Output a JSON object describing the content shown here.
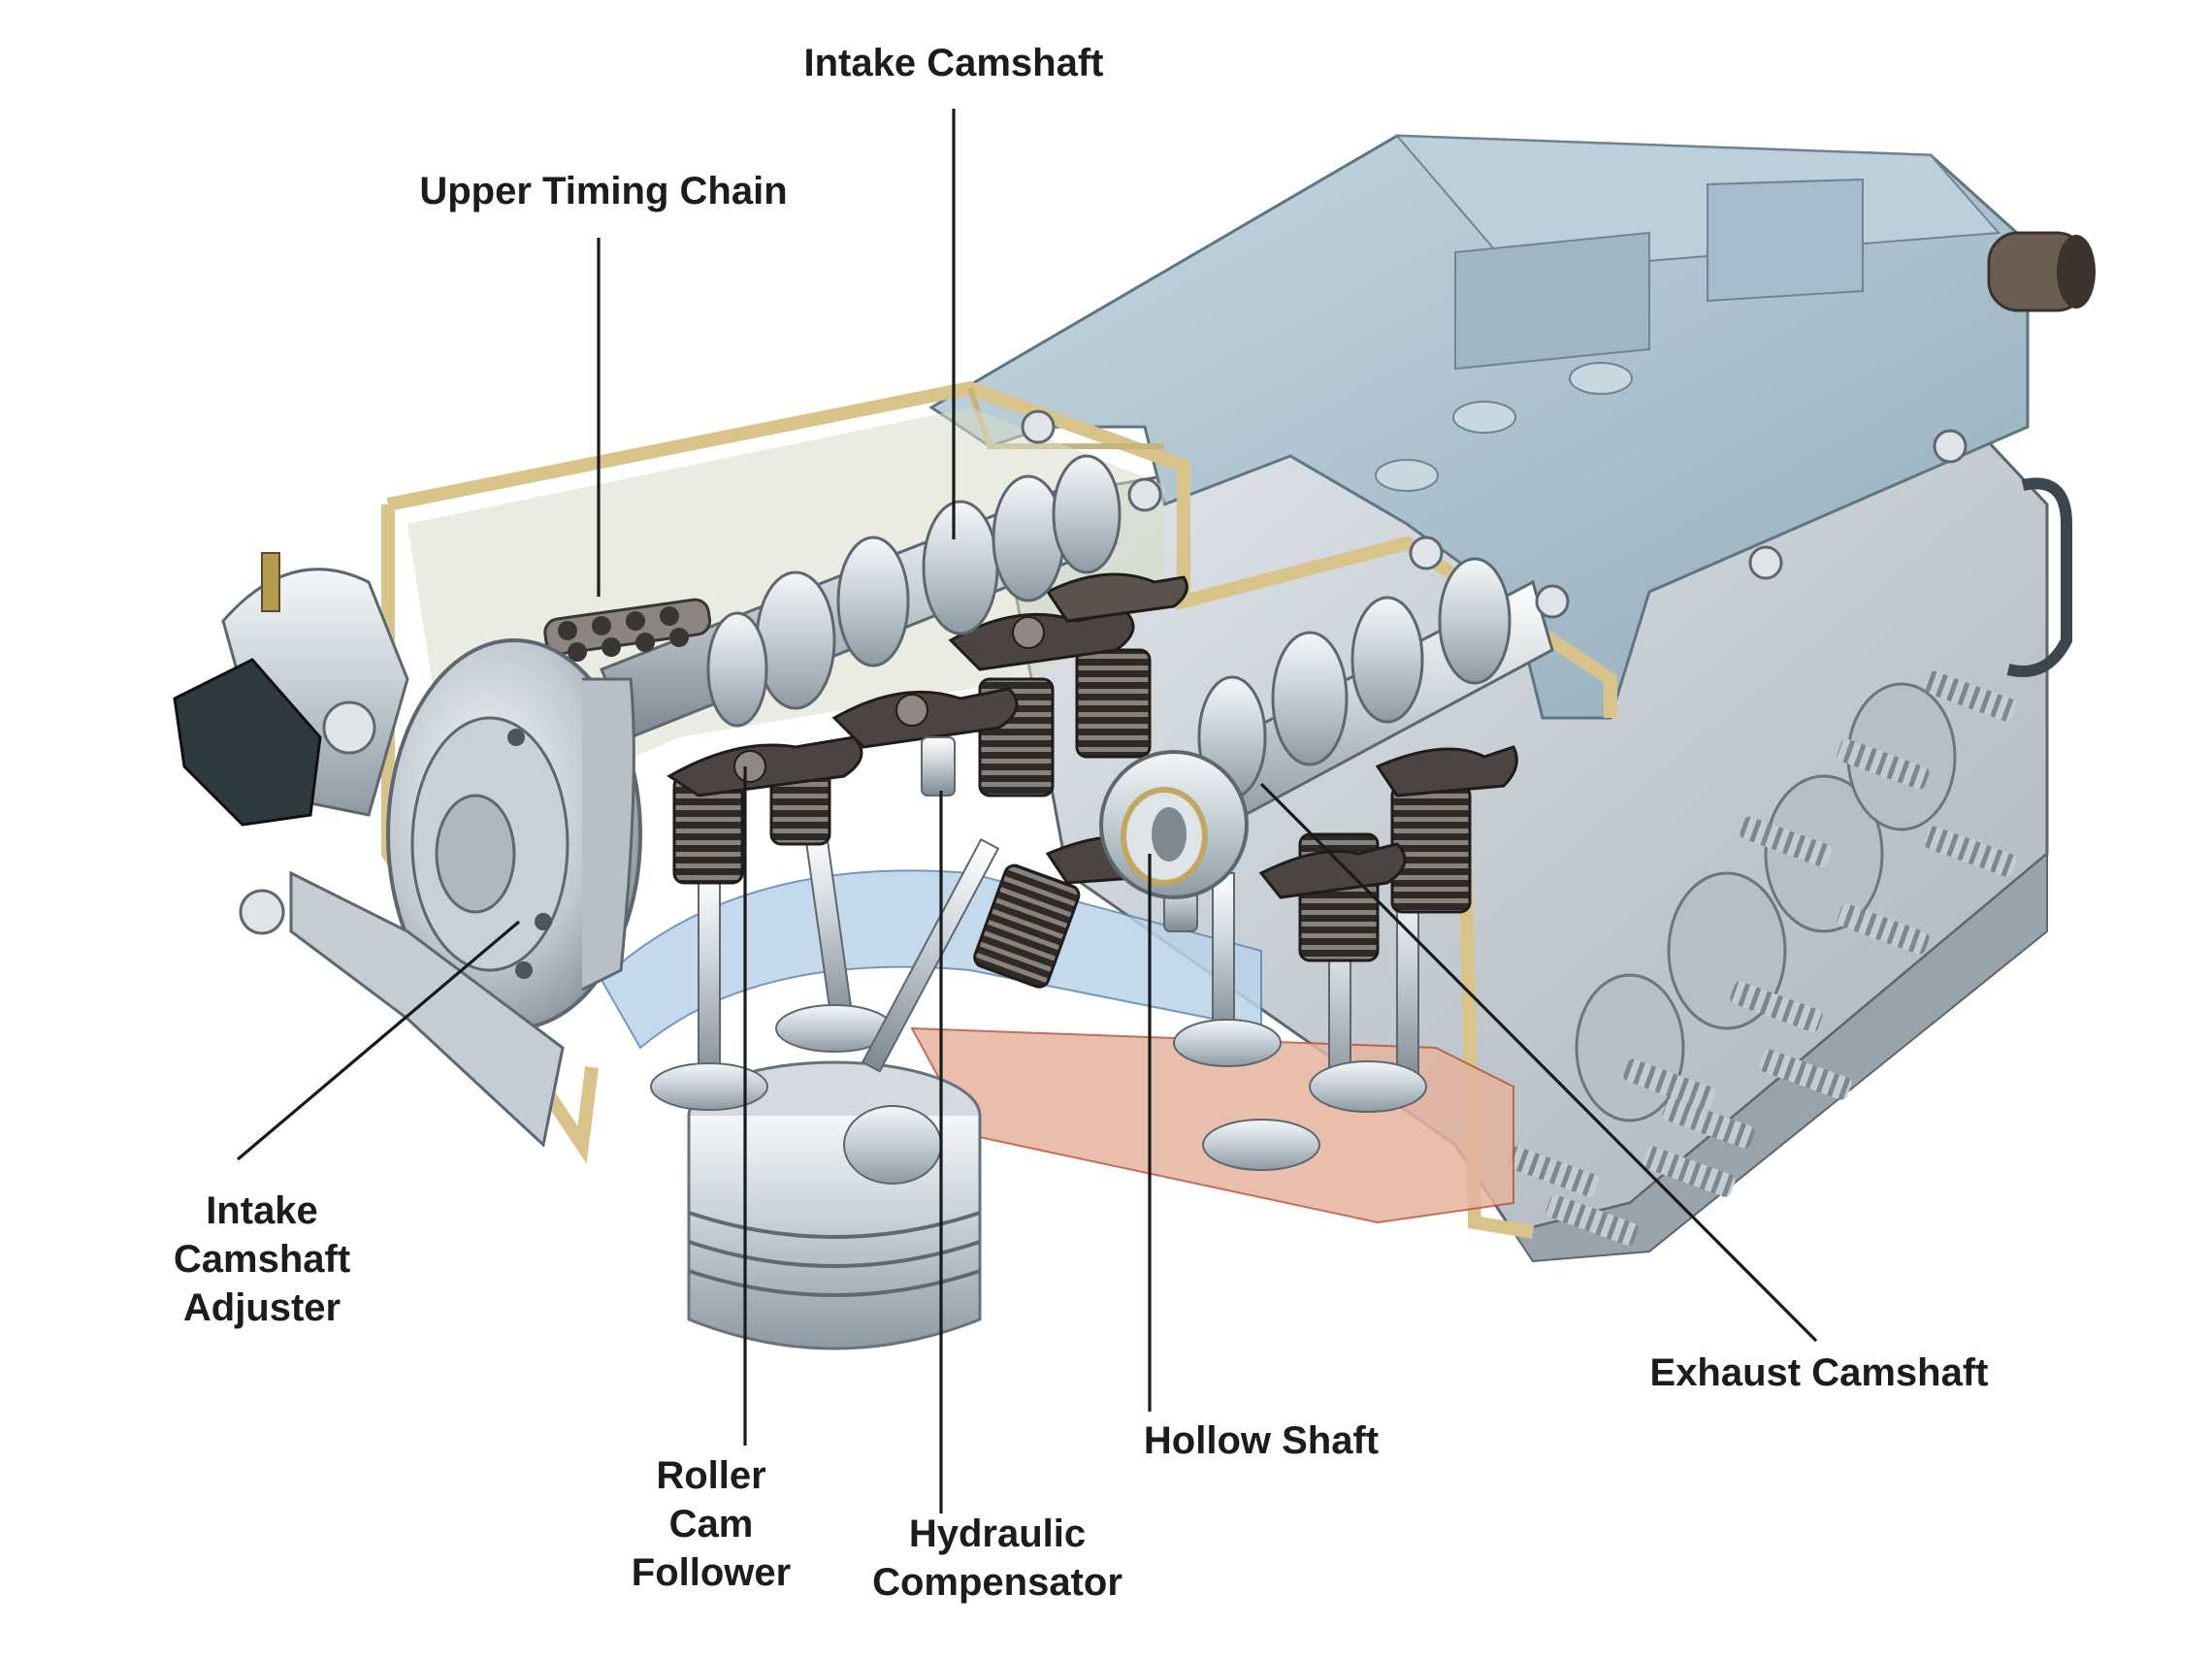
{
  "labels": {
    "intake_camshaft": "Intake Camshaft",
    "upper_timing_chain": "Upper Timing Chain",
    "intake_camshaft_adjuster": [
      "Intake",
      "Camshaft",
      "Adjuster"
    ],
    "roller_cam_follower": [
      "Roller",
      "Cam",
      "Follower"
    ],
    "hydraulic_compensator": [
      "Hydraulic",
      "Compensator"
    ],
    "hollow_shaft": "Hollow Shaft",
    "exhaust_camshaft": "Exhaust Camshaft"
  },
  "colors": {
    "aluminum": "#c9d2d9",
    "cover_blue": "#a9c0cc",
    "gasket_gold": "#d8c48a",
    "spring_dark": "#3a3633",
    "intake_port_blue": "#bcd3ea",
    "exhaust_port_red": "#e6b39f",
    "line": "#1a1a1a"
  }
}
